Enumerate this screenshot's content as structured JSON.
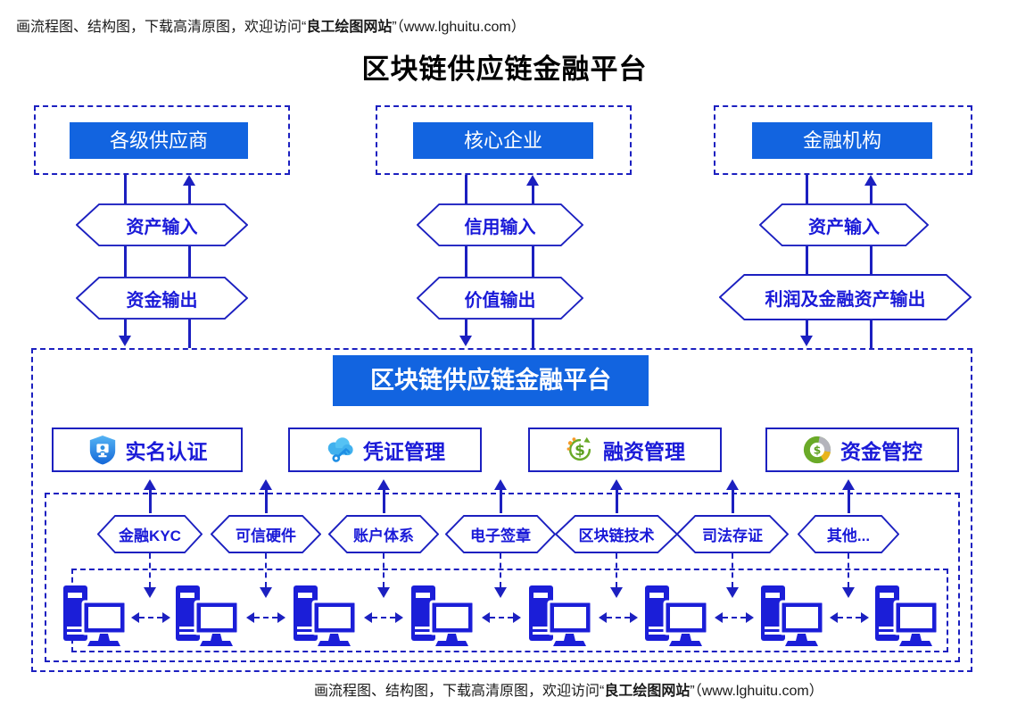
{
  "watermark": {
    "prefix": "画流程图、结构图，下载高清原图，欢迎访问“",
    "site": "良工绘图网站",
    "suffix": "”（www.lghuitu.com）"
  },
  "title": "区块链供应链金融平台",
  "top_columns": [
    {
      "title": "各级供应商",
      "input": "资产输入",
      "output": "资金输出"
    },
    {
      "title": "核心企业",
      "input": "信用输入",
      "output": "价值输出"
    },
    {
      "title": "金融机构",
      "input": "资产输入",
      "output": "利润及金融资产输出"
    }
  ],
  "platform": {
    "banner": "区块链供应链金融平台",
    "features": [
      {
        "label": "实名认证",
        "icon": "shield-verify-icon"
      },
      {
        "label": "凭证管理",
        "icon": "cloud-key-icon"
      },
      {
        "label": "融资管理",
        "icon": "finance-cycle-icon"
      },
      {
        "label": "资金管控",
        "icon": "fund-pie-icon"
      }
    ],
    "capabilities": [
      "金融KYC",
      "可信硬件",
      "账户体系",
      "电子签章",
      "区块链技术",
      "司法存证",
      "其他..."
    ],
    "network": {
      "node_count": 8,
      "node_icon": "computer-icon"
    }
  },
  "colors": {
    "solid_fill_blue": "#1264e0",
    "line_indigo": "#1c20c0",
    "label_blue": "#1a1ad8",
    "icon_green": "#6aaa28",
    "icon_orange": "#f59a28",
    "icon_yellow": "#e8b31e",
    "icon_gray": "#b4b4bc",
    "icon_lightblue": "#41b1ee"
  }
}
